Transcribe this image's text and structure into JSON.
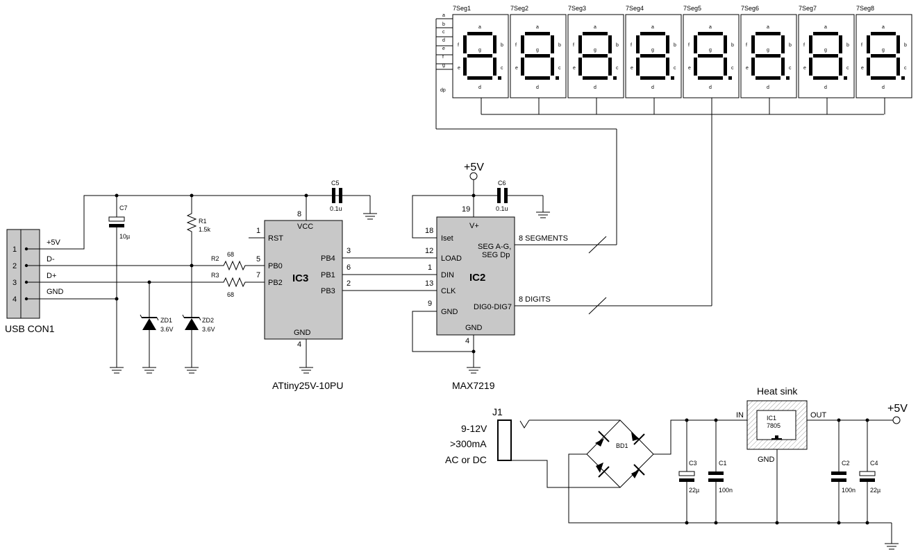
{
  "segment_lines": [
    "a",
    "b",
    "c",
    "d",
    "e",
    "f",
    "g",
    "dp"
  ],
  "displays": {
    "names": [
      "7Seg1",
      "7Seg2",
      "7Seg3",
      "7Seg4",
      "7Seg5",
      "7Seg6",
      "7Seg7",
      "7Seg8"
    ],
    "segment_labels": {
      "a": "a",
      "b": "b",
      "c": "c",
      "d": "d",
      "e": "e",
      "f": "f",
      "g": "g"
    }
  },
  "usb": {
    "name": "USB CON1",
    "pins": [
      "1",
      "2",
      "3",
      "4"
    ],
    "signals": [
      "+5V",
      "D-",
      "D+",
      "GND"
    ]
  },
  "ic3": {
    "name": "IC3",
    "part": "ATtiny25V-10PU",
    "pin_rst": "RST",
    "pin_rst_num": "1",
    "pin_vcc": "VCC",
    "pin_vcc_num": "8",
    "pin_pb0": "PB0",
    "pin_pb0_num": "5",
    "pin_pb2": "PB2",
    "pin_pb2_num": "7",
    "pin_pb4": "PB4",
    "pin_pb4_num": "3",
    "pin_pb1": "PB1",
    "pin_pb1_num": "6",
    "pin_pb3": "PB3",
    "pin_pb3_num": "2",
    "pin_gnd": "GND",
    "pin_gnd_num": "4"
  },
  "ic2": {
    "name": "IC2",
    "part": "MAX7219",
    "pin_vplus": "V+",
    "pin_vplus_num": "19",
    "pin_iset": "Iset",
    "pin_iset_num": "18",
    "pin_load": "LOAD",
    "pin_load_num": "12",
    "pin_din": "DIN",
    "pin_din_num": "1",
    "pin_clk": "CLK",
    "pin_clk_num": "13",
    "pin_gnd_l": "GND",
    "pin_gnd_l_num": "9",
    "pin_gnd_b": "GND",
    "pin_gnd_b_num": "4",
    "seg_label_1": "SEG A-G,",
    "seg_label_2": "SEG Dp",
    "dig_label": "DIG0-DIG7",
    "bus_segments": "8 SEGMENTS",
    "bus_digits": "8 DIGITS"
  },
  "supply_label": "+5V",
  "components": {
    "r1": {
      "name": "R1",
      "value": "1.5k"
    },
    "r2": {
      "name": "R2",
      "value": "68"
    },
    "r3": {
      "name": "R3",
      "value": "68"
    },
    "c5": {
      "name": "C5",
      "value": "0.1u"
    },
    "c6": {
      "name": "C6",
      "value": "0.1u"
    },
    "c7": {
      "name": "C7",
      "value": "10µ"
    },
    "zd1": {
      "name": "ZD1",
      "value": "3.6V"
    },
    "zd2": {
      "name": "ZD2",
      "value": "3.6V"
    },
    "c1": {
      "name": "C1",
      "value": "100n"
    },
    "c2": {
      "name": "C2",
      "value": "100n"
    },
    "c3": {
      "name": "C3",
      "value": "22µ"
    },
    "c4": {
      "name": "C4",
      "value": "22µ"
    },
    "bd1": {
      "name": "BD1"
    }
  },
  "power": {
    "j1": "J1",
    "input_1": "9-12V",
    "input_2": ">300mA",
    "input_3": "AC or DC",
    "heatsink": "Heat sink",
    "reg_name": "IC1",
    "reg_part": "7805",
    "reg_in": "IN",
    "reg_out": "OUT",
    "reg_gnd": "GND",
    "out_label": "+5V"
  }
}
